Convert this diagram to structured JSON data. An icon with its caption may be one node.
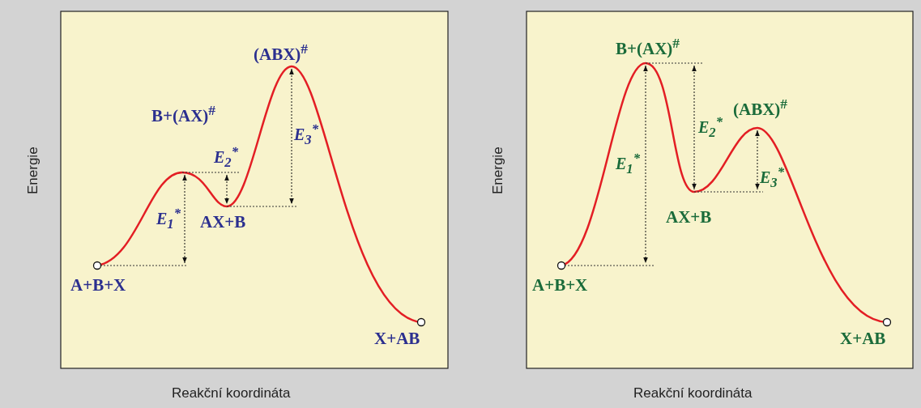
{
  "diagram": {
    "labels": [
      "Energie",
      "(ABX)$^{#}$",
      "B+(AX)$^{#}$",
      "E$_{2}$$^{*}$",
      "E$_{3}$$^{*}$",
      "E$_{1}$$^{*}$",
      "AX+B",
      "A+B+X",
      "X+AB",
      "Reakční koordináta",
      "Energie",
      "B+(AX)$^{#}$",
      "E$_{2}$$^{*}$",
      "(ABX)$^{#}$",
      "E$_{3}$$^{*}$",
      "E$_{1}$$^{*}$",
      "AX+B",
      "A+B+X",
      "X+AB",
      "Reakční koordináta"
    ]
  }
}
